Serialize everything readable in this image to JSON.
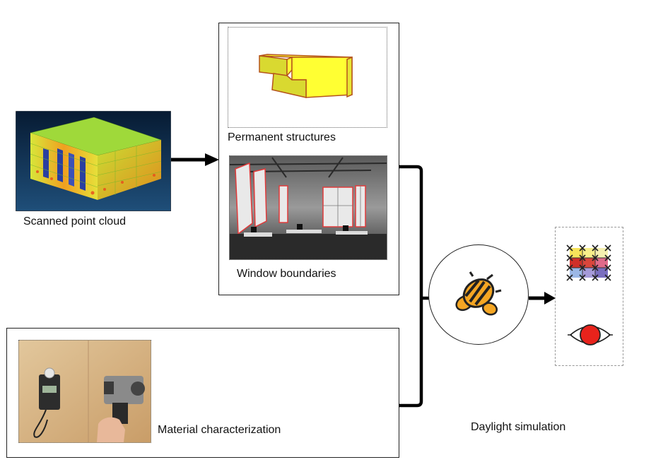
{
  "labels": {
    "scanned_point_cloud": "Scanned point cloud",
    "permanent_structures": "Permanent structures",
    "window_boundaries": "Window boundaries",
    "material_characterization": "Material characterization",
    "daylight_simulation": "Daylight simulation"
  },
  "colors": {
    "line": "#000000",
    "box_border": "#222222",
    "block_fill": "#ffff33",
    "block_stroke": "#b5541c",
    "pointcloud_bg": "#0d2a4a",
    "bee_body": "#f5a623",
    "grid_yellow": "#f7e35a",
    "grid_red": "#d9463c",
    "grid_blue": "#9bb7e6",
    "grid_purple": "#7a6fc0",
    "eye_red": "#e8231c"
  },
  "icons": {
    "ladybug": "bee-icon",
    "grid": "illuminance-grid-icon",
    "eye": "eye-glare-icon"
  }
}
